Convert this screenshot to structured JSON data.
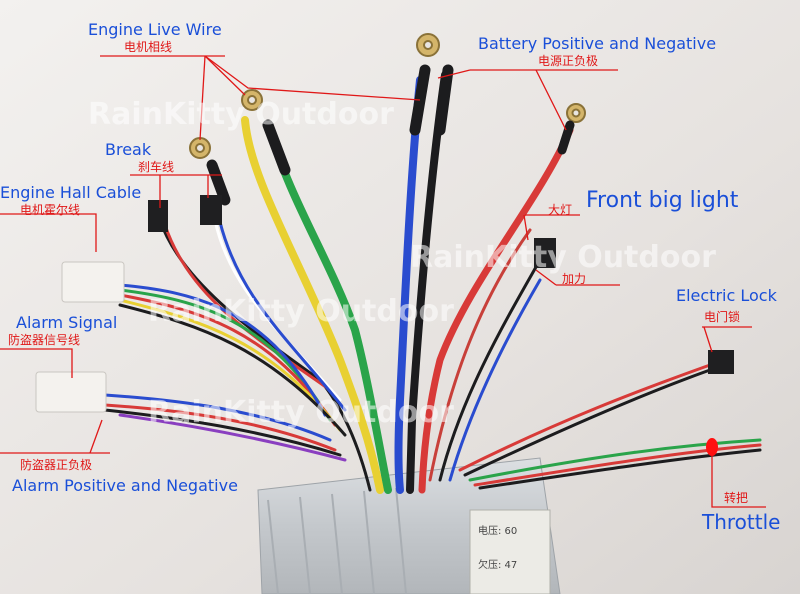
{
  "watermark": "RainKitty Outdoor",
  "labels": {
    "engine_live_wire": {
      "en": "Engine Live Wire",
      "cn": "电机相线"
    },
    "battery": {
      "en": "Battery Positive and Negative",
      "cn": "电源正负极"
    },
    "break": {
      "en": "Break",
      "cn": "刹车线"
    },
    "engine_hall": {
      "en": "Engine Hall Cable",
      "cn": "电机霍尔线"
    },
    "front_light": {
      "en": "Front big light",
      "cn": "大灯"
    },
    "boost": {
      "cn": "加力"
    },
    "electric_lock": {
      "en": "Electric Lock",
      "cn": "电门锁"
    },
    "alarm_signal": {
      "en": "Alarm Signal",
      "cn": "防盗器信号线"
    },
    "alarm_power": {
      "en": "Alarm Positive and Negative",
      "cn": "防盗器正负极"
    },
    "throttle": {
      "en": "Throttle",
      "cn": "转把"
    }
  },
  "controller_plate": [
    "电压: 60",
    "欠压: 47"
  ],
  "colors": {
    "label_english": "#1a4fd8",
    "label_chinese": "#e01818",
    "annotation_line": "#e01818"
  }
}
